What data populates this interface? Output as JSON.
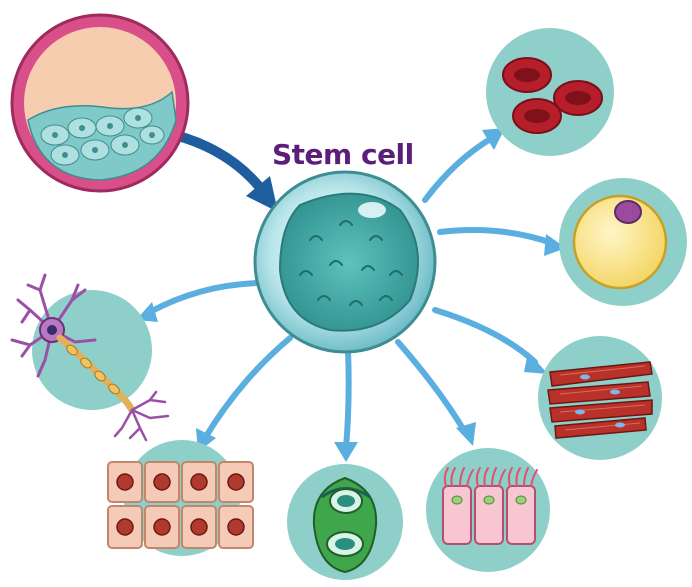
{
  "diagram": {
    "title": "Stem cell",
    "colors": {
      "title": "#5b1f7a",
      "circle_fill": "#8fcfc9",
      "arrow": "#4aa3d9",
      "arrow_dark": "#1f5e9e"
    },
    "nodes": [
      {
        "id": "stem-cell",
        "icon": "stem-cell-icon"
      },
      {
        "id": "blastocyst",
        "icon": "blastocyst-icon"
      },
      {
        "id": "red-blood-cells",
        "icon": "red-blood-cell-icon"
      },
      {
        "id": "fat-cell",
        "icon": "fat-cell-icon"
      },
      {
        "id": "muscle-cells",
        "icon": "muscle-cell-icon"
      },
      {
        "id": "epithelial-cells",
        "icon": "ciliated-epithelial-icon"
      },
      {
        "id": "cell-division",
        "icon": "dividing-cell-icon"
      },
      {
        "id": "skin-cells",
        "icon": "skin-cell-grid-icon"
      },
      {
        "id": "nerve-cell",
        "icon": "neuron-icon"
      }
    ]
  }
}
